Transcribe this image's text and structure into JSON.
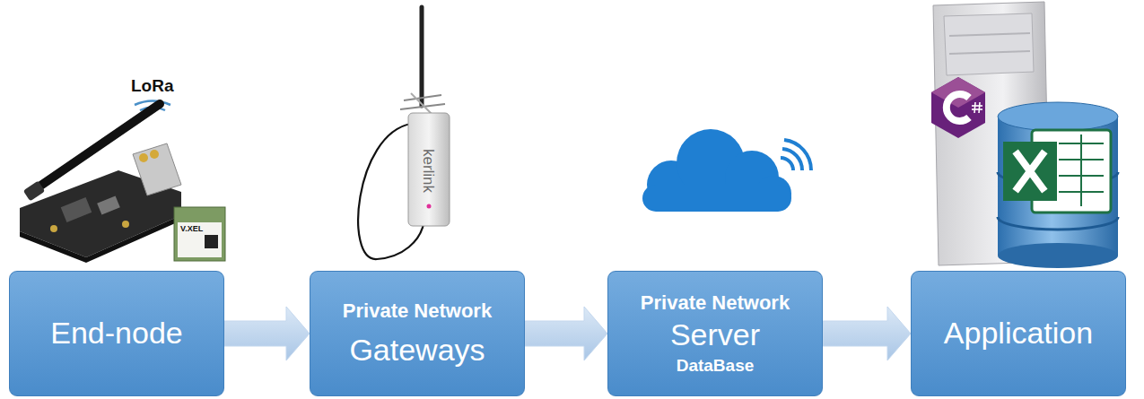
{
  "diagram": {
    "nodes": [
      {
        "text": [
          "End-node"
        ]
      },
      {
        "text": [
          "Private Network",
          "Gateways"
        ]
      },
      {
        "text": [
          "Private Network",
          "Server",
          "DataBase"
        ]
      },
      {
        "text": [
          "Application"
        ]
      }
    ],
    "edges": [
      {
        "from": 0,
        "to": 1,
        "arrow": "to"
      },
      {
        "from": 1,
        "to": 2,
        "arrow": "to"
      },
      {
        "from": 2,
        "to": 3,
        "arrow": "to"
      }
    ],
    "labels": [
      "LoRa",
      "kerlink",
      "V.XEL"
    ]
  }
}
